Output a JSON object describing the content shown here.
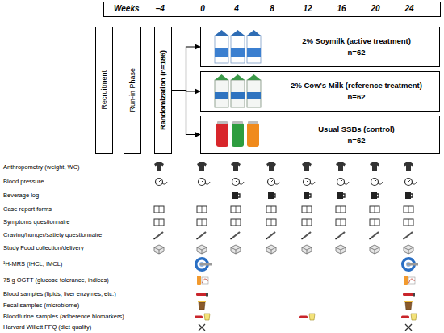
{
  "diagram": {
    "nodes": [
      {
        "text": [
          "Weeks",
          "−4",
          "0",
          "4",
          "8",
          "12",
          "16",
          "20",
          "24"
        ]
      },
      {
        "text": [
          "Recruitment"
        ]
      },
      {
        "text": [
          "Run-in Phase"
        ]
      },
      {
        "text": [
          "Randomization (n=186)"
        ]
      },
      {
        "text": [
          "2% Soymilk (active treatment)",
          "n=62"
        ]
      },
      {
        "text": [
          "2% Cow's Milk (reference treatment)",
          "n=62"
        ]
      },
      {
        "text": [
          "Usual SSBs (control)",
          "n=62"
        ]
      }
    ],
    "edges": [
      {
        "from": 3,
        "to": 4,
        "arrow": "to"
      },
      {
        "from": 3,
        "to": 5,
        "arrow": "to"
      },
      {
        "from": 3,
        "to": 6,
        "arrow": "to"
      }
    ],
    "labels": [
      "Anthropometry (weight, WC)",
      "Blood pressure",
      "Beverage log",
      "Case report forms",
      "Symptoms questionnaire",
      "Craving/hunger/satiety questionnaire",
      "Study Food collection/delivery",
      "¹H-MRS (IHCL, IMCL)",
      "75 g OGTT (glucose tolerance, indices)",
      "Blood samples (lipids, liver enzymes, etc.)",
      "Fecal samples (microbiome)",
      "Blood/urine samples (adherence biomarkers)",
      "Harvard Willett FFQ (diet quality)"
    ]
  }
}
